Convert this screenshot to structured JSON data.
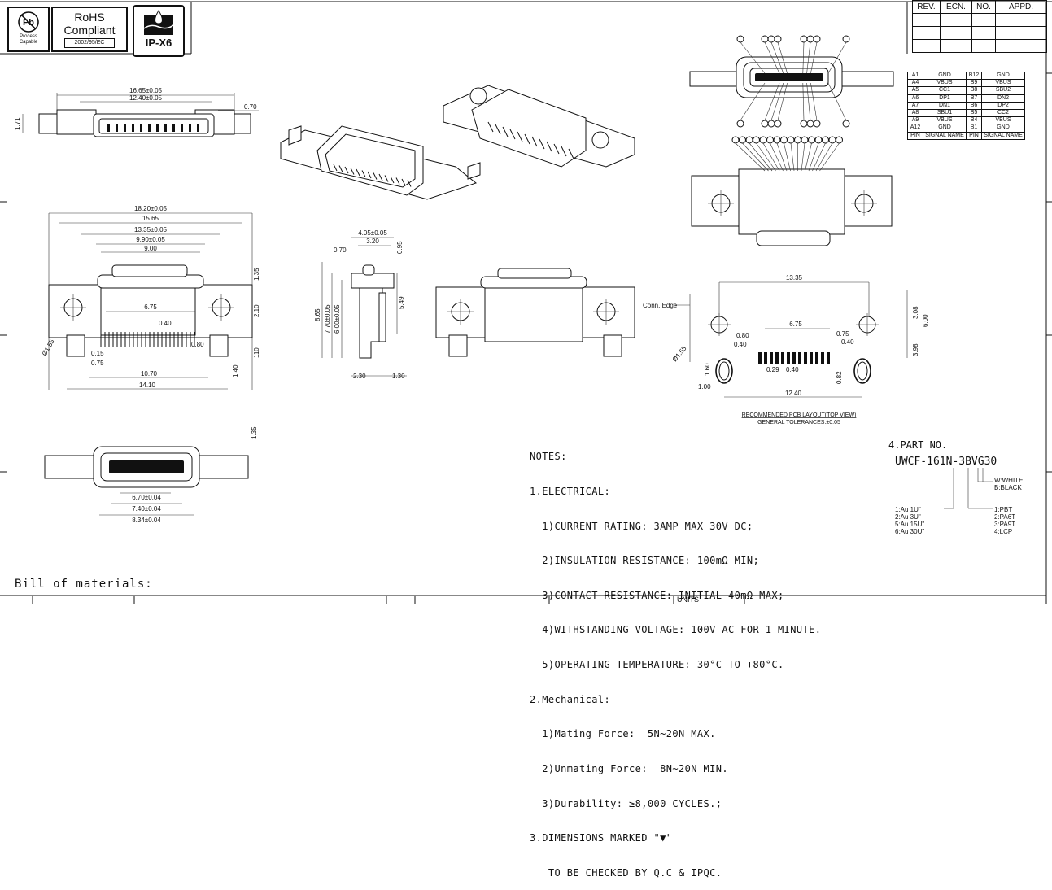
{
  "logos": {
    "pb_symbol": "Pb",
    "pb_caption_1": "Process",
    "pb_caption_2": "Capable",
    "rohs_1": "RoHS",
    "rohs_2": "Compliant",
    "rohs_3": "2002/95/EC",
    "ip_rating": "IP-X6"
  },
  "rev_table": {
    "headers": [
      "REV.",
      "ECN.",
      "NO.",
      "APPD."
    ]
  },
  "pin_table": {
    "rows": [
      [
        "A1",
        "GND",
        "B12",
        "GND"
      ],
      [
        "A4",
        "VBUS",
        "B9",
        "VBUS"
      ],
      [
        "A5",
        "CC1",
        "B8",
        "SBU2"
      ],
      [
        "A6",
        "DP1",
        "B7",
        "DN2"
      ],
      [
        "A7",
        "DN1",
        "B6",
        "DP2"
      ],
      [
        "A8",
        "SBU1",
        "B5",
        "CC2"
      ],
      [
        "A9",
        "VBUS",
        "B4",
        "VBUS"
      ],
      [
        "A12",
        "GND",
        "B1",
        "GND"
      ],
      [
        "PIN",
        "SIGNAL NAME",
        "PIN",
        "SIGNAL NAME"
      ]
    ]
  },
  "dims": {
    "top_16_65": "16.65±0.05",
    "top_12_40": "12.40±0.05",
    "top_0_70": "0.70",
    "top_1_71": "1.71",
    "f_18_20": "18.20±0.05",
    "f_15_65": "15.65",
    "f_13_35": "13.35±0.05",
    "f_9_90": "9.90±0.05",
    "f_9_00": "9.00",
    "f_6_75": "6.75",
    "f_0_40": "0.40",
    "f_0_80": "0.80",
    "f_0_15": "0.15",
    "f_0_75": "0.75",
    "f_10_70": "10.70",
    "f_14_10": "14.10",
    "f_1_35": "1.35",
    "f_2_10": "2.10",
    "f_1_10": "110",
    "f_1_40": "1.40",
    "f_dia": "Ø1.55",
    "s_4_05": "4.05±0.05",
    "s_3_20": "3.20",
    "s_0_70": "0.70",
    "s_0_95": "0.95",
    "s_8_65": "8.65",
    "s_7_70": "7.70±0.05",
    "s_6_00": "6.00±0.05",
    "s_5_49": "5.49",
    "s_2_30": "2.30",
    "s_1_30": "1.30",
    "b_1_35": "1.35",
    "b_6_70": "6.70±0.04",
    "b_7_40": "7.40±0.04",
    "b_8_34": "8.34±0.04",
    "p_13_35": "13.35",
    "p_conn": "Conn. Edge",
    "p_6_75": "6.75",
    "p_0_80": "0.80",
    "p_0_40a": "0.40",
    "p_0_75": "0.75",
    "p_0_40b": "0.40",
    "p_3_08": "3.08",
    "p_6_00": "6.00",
    "p_3_98": "3.98",
    "p_dia": "Ø1.55",
    "p_1_60": "1.60",
    "p_1_00": "1.00",
    "p_0_29": "0.29",
    "p_0_40c": "0.40",
    "p_0_82": "0.82",
    "p_12_40": "12.40",
    "p_title": "RECOMMENDED PCB LAYOUT(TOP VIEW)",
    "p_tol": "GENERAL TOLERANCES:±0.05"
  },
  "notes": {
    "title": "NOTES:",
    "l1": "1.ELECTRICAL:",
    "l2": "  1)CURRENT RATING: 3AMP MAX 30V DC;",
    "l3": "  2)INSULATION RESISTANCE: 100mΩ MIN;",
    "l4": "  3)CONTACT RESISTANCE: INITIAL 40mΩ MAX;",
    "l5": "  4)WITHSTANDING VOLTAGE: 100V AC FOR 1 MINUTE.",
    "l6": "  5)OPERATING TEMPERATURE:-30°C TO +80°C.",
    "l7": "2.Mechanical:",
    "l8": "  1)Mating Force:  5N~20N MAX.",
    "l9": "  2)Unmating Force:  8N~20N MIN.",
    "l10": "  3)Durability: ≥8,000 CYCLES.;",
    "l11": "3.DIMENSIONS MARKED \"▼\"",
    "l12": "   TO BE CHECKED BY Q.C & IPQC."
  },
  "part": {
    "title": "4.PART NO.",
    "number": "UWCF-161N-3BVG30",
    "color_1": "W:WHITE",
    "color_2": "B:BLACK",
    "plating_1": "1:Au 1U\"",
    "plating_2": "2:Au 3U\"",
    "plating_3": "5:Au 15U\"",
    "plating_4": "6:Au 30U\"",
    "mat_1": "1:PBT",
    "mat_2": "2:PA6T",
    "mat_3": "3:PA9T",
    "mat_4": "4:LCP"
  },
  "bom": "Bill of materials:",
  "footer_units": "UNITS"
}
